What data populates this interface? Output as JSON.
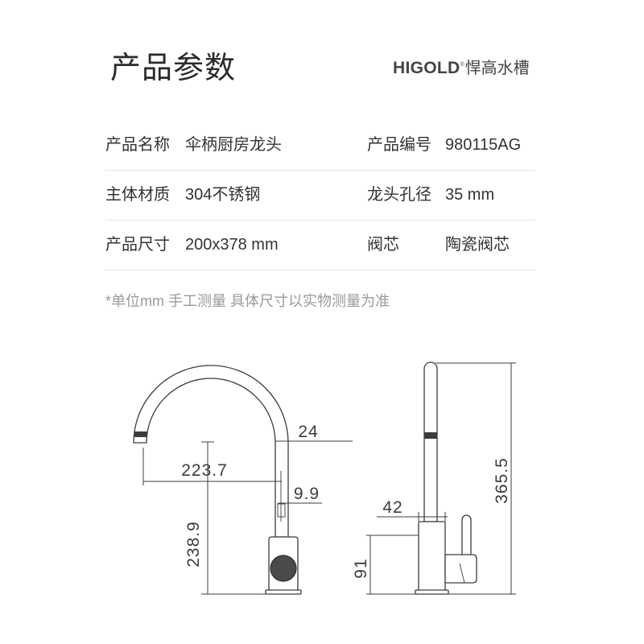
{
  "header": {
    "title": "产品参数",
    "brand": {
      "wordmark": "HIGOLD",
      "registered_mark": "®",
      "name": "悍高水槽"
    }
  },
  "specs": {
    "rows": [
      {
        "label_left": "产品名称",
        "value_left": "伞柄厨房龙头",
        "label_right": "产品编号",
        "value_right": "980115AG"
      },
      {
        "label_left": "主体材质",
        "value_left": "304不锈钢",
        "label_right": "龙头孔径",
        "value_right": "35 mm"
      },
      {
        "label_left": "产品尺寸",
        "value_left": "200x378 mm",
        "label_right": "阀芯",
        "value_right": "陶瓷阀芯"
      }
    ]
  },
  "note": "*单位mm 手工测量 具体尺寸以实物测量为准",
  "drawing": {
    "front": {
      "neck": "24",
      "reach": "223.7",
      "outlet": "9.9",
      "spout_height": "238.9"
    },
    "side": {
      "total_height": "365.5",
      "depth": "42",
      "base_height": "91"
    }
  },
  "colors": {
    "title": "#2b2b2b",
    "text": "#333333",
    "muted": "#9a9a9a",
    "divider": "#e6e6e6",
    "line": "#3c3c3c"
  }
}
